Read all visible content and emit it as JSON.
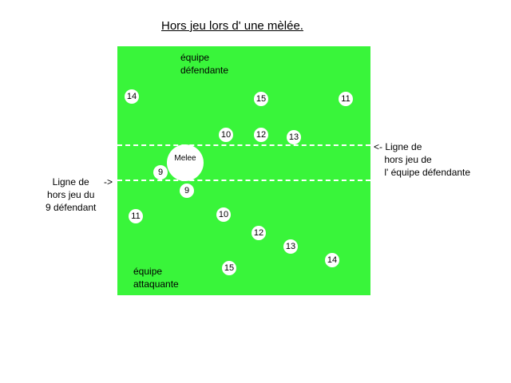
{
  "title": "Hors jeu lors d' une mèlée.",
  "teams": {
    "defending": "équipe\ndéfendante",
    "attacking": "équipe\nattaquante"
  },
  "labels": {
    "left_offside": "Ligne de\nhors jeu du\n9 défendant",
    "left_arrow": "->",
    "right_offside": "<- Ligne de\n    hors jeu de\n    l' équipe défendante"
  },
  "scrum_label": "Melee",
  "players": {
    "defending": [
      "14",
      "15",
      "11",
      "10",
      "12",
      "13",
      "9"
    ],
    "attacking": [
      "9",
      "11",
      "10",
      "12",
      "13",
      "14",
      "15"
    ]
  },
  "colors": {
    "field": "#39f53a",
    "players": "#ffffff",
    "lines": "#ffffff"
  }
}
